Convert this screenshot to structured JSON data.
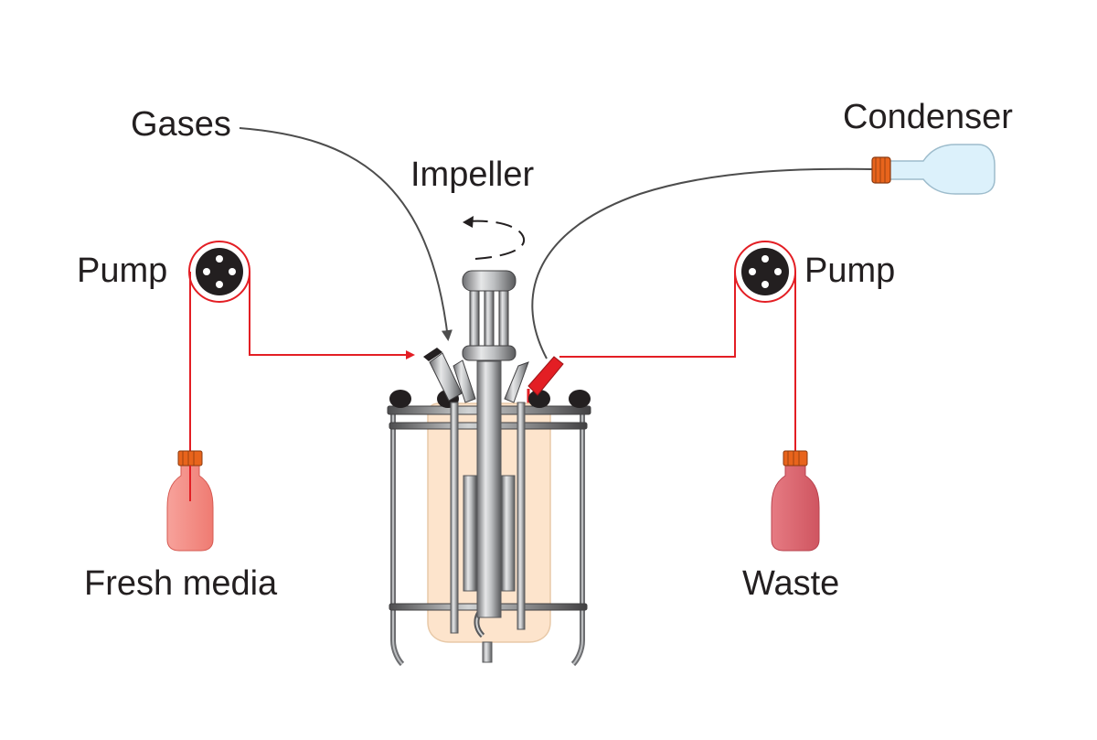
{
  "labels": {
    "gases": "Gases",
    "impeller": "Impeller",
    "condenser": "Condenser",
    "pump_left": "Pump",
    "pump_right": "Pump",
    "fresh_media": "Fresh media",
    "waste": "Waste"
  },
  "colors": {
    "tube_red": "#e31e24",
    "gas_line": "#4d4d4d",
    "vessel_fill": "#fde4cc",
    "fresh_media_fill": "#f28b82",
    "waste_fill": "#d9616b",
    "cap_orange": "#e8641c",
    "condenser_fill": "#dcf1fb",
    "frame_steel": "#8c8c8c",
    "pump_dark": "#231f20"
  }
}
